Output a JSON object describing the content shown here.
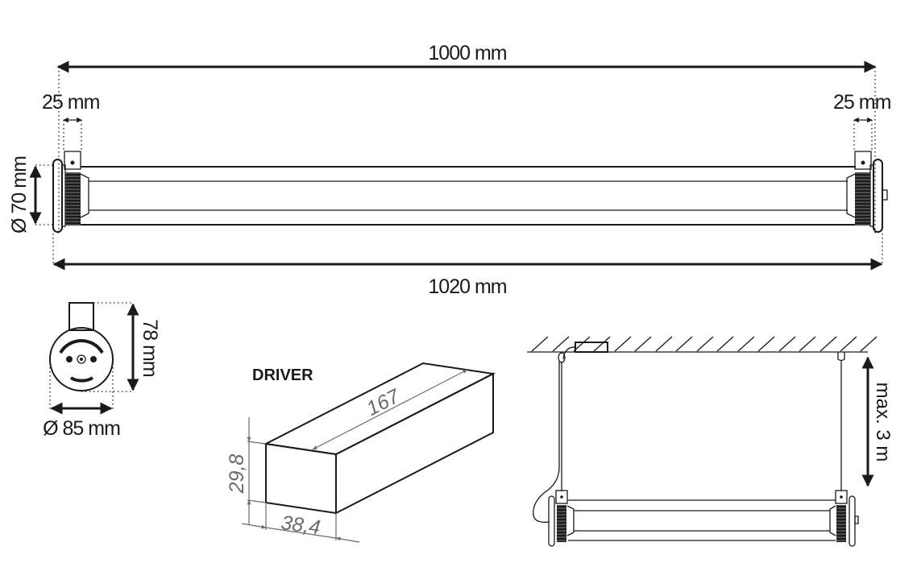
{
  "diagram": {
    "type": "technical-dimension-drawing",
    "subject": "Tubular pendant luminaire with separate driver",
    "line_color": "#1a1a1a",
    "secondary_color": "#6b6b6b"
  },
  "front_view": {
    "overall_inner_length": "1000 mm",
    "overall_total_length": "1020 mm",
    "left_cap_width": "25 mm",
    "right_cap_width": "25 mm",
    "tube_diameter": "Ø 70 mm"
  },
  "end_view": {
    "height": "78 mm",
    "diameter": "Ø 85 mm"
  },
  "driver": {
    "title": "DRIVER",
    "length": "167",
    "height": "29,8",
    "width": "38,4"
  },
  "installation": {
    "max_suspension": "max. 3 m"
  }
}
